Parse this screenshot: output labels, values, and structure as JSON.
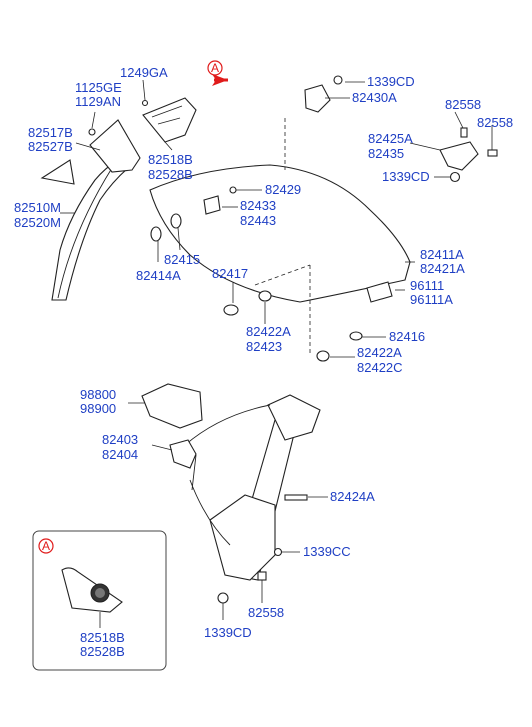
{
  "ref_mark": "A",
  "callouts": {
    "c1249GA": "1249GA",
    "c1125GE": "1125GE",
    "c1129AN": "1129AN",
    "c82517B": "82517B",
    "c82527B": "82527B",
    "c82518B": "82518B",
    "c82528B": "82528B",
    "c82510M": "82510M",
    "c82520M": "82520M",
    "c1339CD_a": "1339CD",
    "c82430A": "82430A",
    "c82558_a": "82558",
    "c82558_b": "82558",
    "c82425A": "82425A",
    "c82435": "82435",
    "c1339CD_b": "1339CD",
    "c82429": "82429",
    "c82433": "82433",
    "c82443": "82443",
    "c82415": "82415",
    "c82414A": "82414A",
    "c82417": "82417",
    "c82411A": "82411A",
    "c82421A": "82421A",
    "c96111": "96111",
    "c96111A": "96111A",
    "c82422A_a": "82422A",
    "c82423": "82423",
    "c82416": "82416",
    "c82422A_b": "82422A",
    "c82422C": "82422C",
    "c98800": "98800",
    "c98900": "98900",
    "c82403": "82403",
    "c82404": "82404",
    "c82424A": "82424A",
    "c1339CC": "1339CC",
    "c82558_c": "82558",
    "c1339CD_c": "1339CD"
  },
  "detail": {
    "c82518B": "82518B",
    "c82528B": "82528B"
  }
}
